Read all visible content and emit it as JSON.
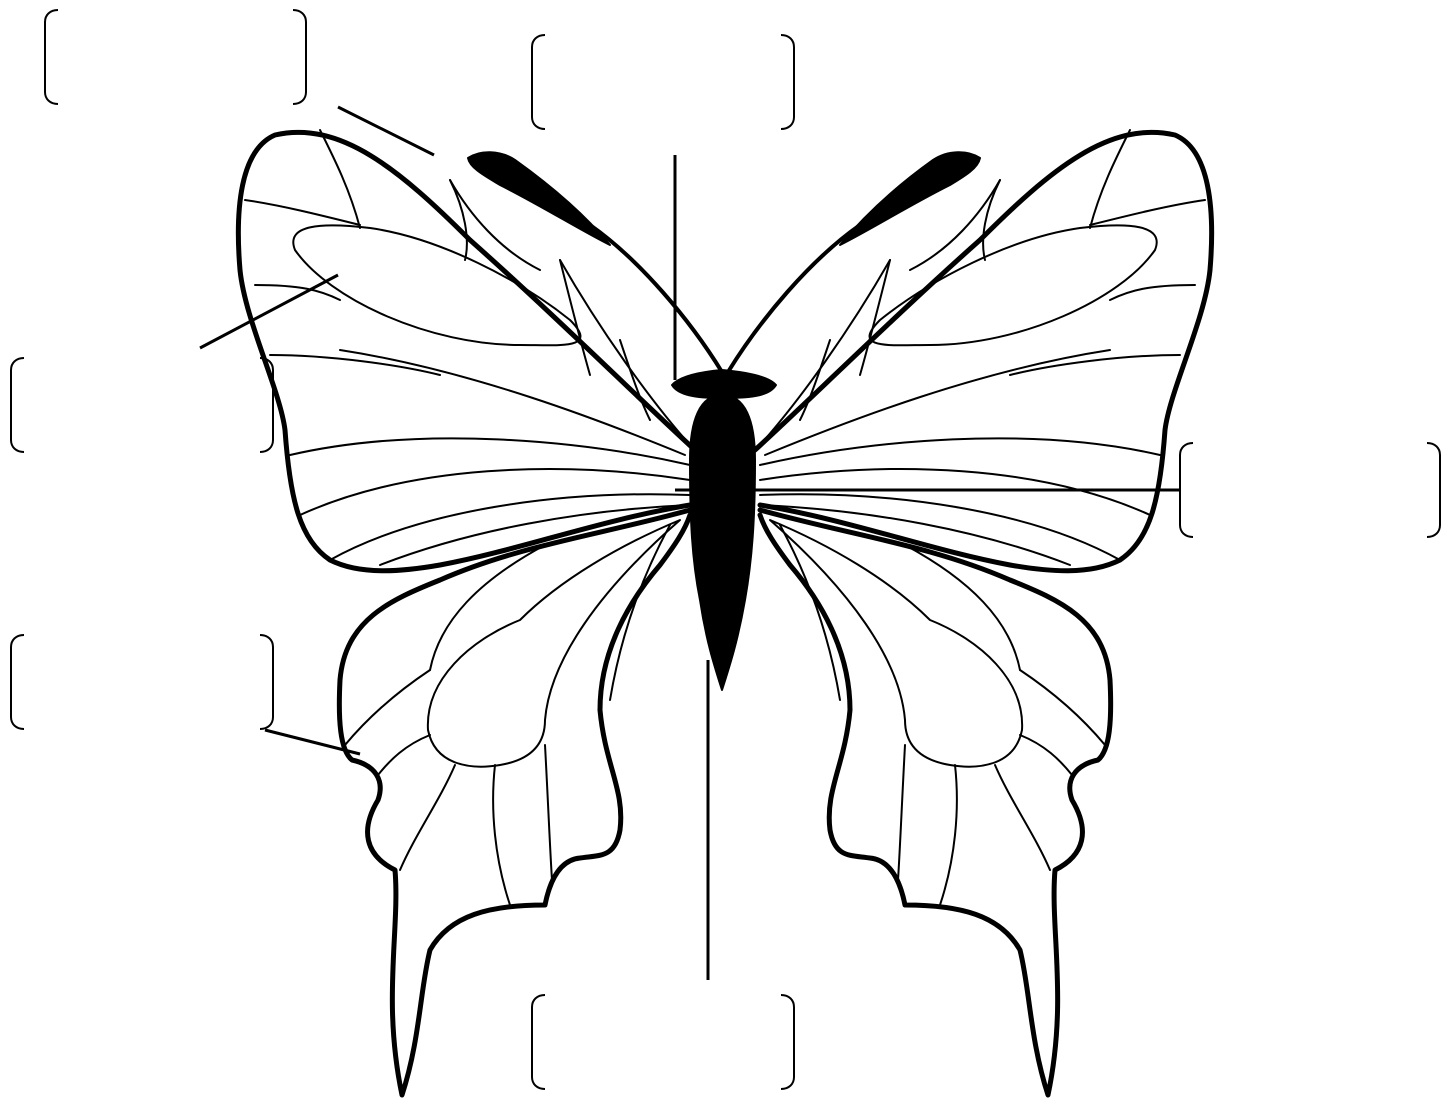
{
  "diagram": {
    "labels": [
      {
        "id": "antenna",
        "text": ""
      },
      {
        "id": "head",
        "text": ""
      },
      {
        "id": "forewing",
        "text": ""
      },
      {
        "id": "thorax",
        "text": ""
      },
      {
        "id": "hindwing",
        "text": ""
      },
      {
        "id": "abdomen",
        "text": ""
      }
    ]
  },
  "colors": {
    "stroke": "#000000",
    "background": "#ffffff"
  }
}
